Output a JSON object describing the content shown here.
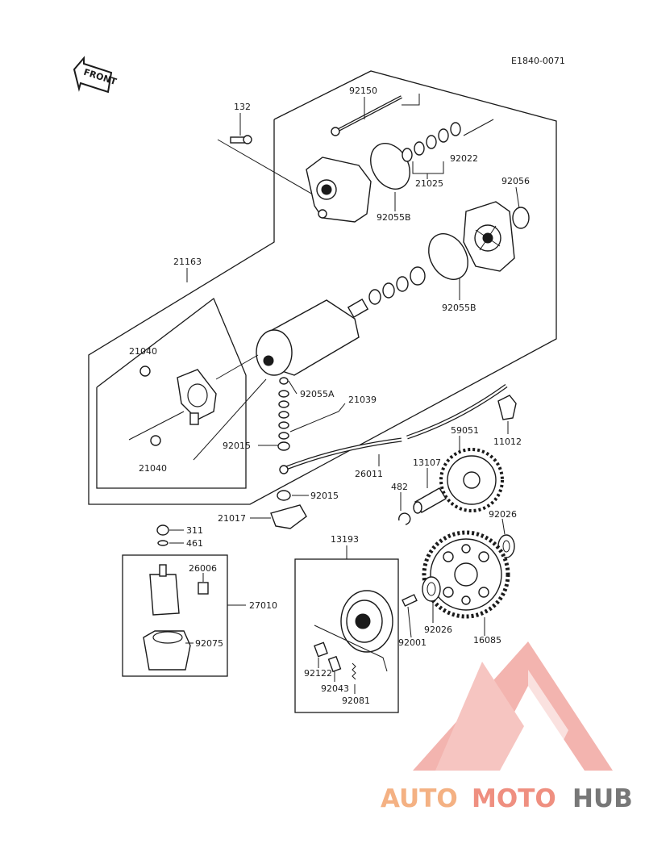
{
  "diagram_code": "E1840-0071",
  "front_label": "FRONT",
  "watermark": {
    "brand_a": "AUTO",
    "brand_b": "MOTO",
    "brand_c": "HUB",
    "color_a": "#f4b183",
    "color_b": "#ef8f80",
    "color_c": "#777777",
    "logo_color": "#f2a8a2"
  },
  "callouts": {
    "c92150": "92150",
    "c132": "132",
    "c92022": "92022",
    "c21025": "21025",
    "c92056": "92056",
    "c92055B_top": "92055B",
    "c21163": "21163",
    "c92055B": "92055B",
    "c21040_top": "21040",
    "c92055A": "92055A",
    "c21039": "21039",
    "c59051": "59051",
    "c11012": "11012",
    "c92015_a": "92015",
    "c13107": "13107",
    "c21040_bot": "21040",
    "c26011": "26011",
    "c482": "482",
    "c92015_b": "92015",
    "c21017": "21017",
    "c92026_top": "92026",
    "c311": "311",
    "c461": "461",
    "c13193": "13193",
    "c26006": "26006",
    "c27010": "27010",
    "c92001": "92001",
    "c92026": "92026",
    "c16085": "16085",
    "c92075": "92075",
    "c92122": "92122",
    "c92043": "92043",
    "c92081": "92081"
  }
}
